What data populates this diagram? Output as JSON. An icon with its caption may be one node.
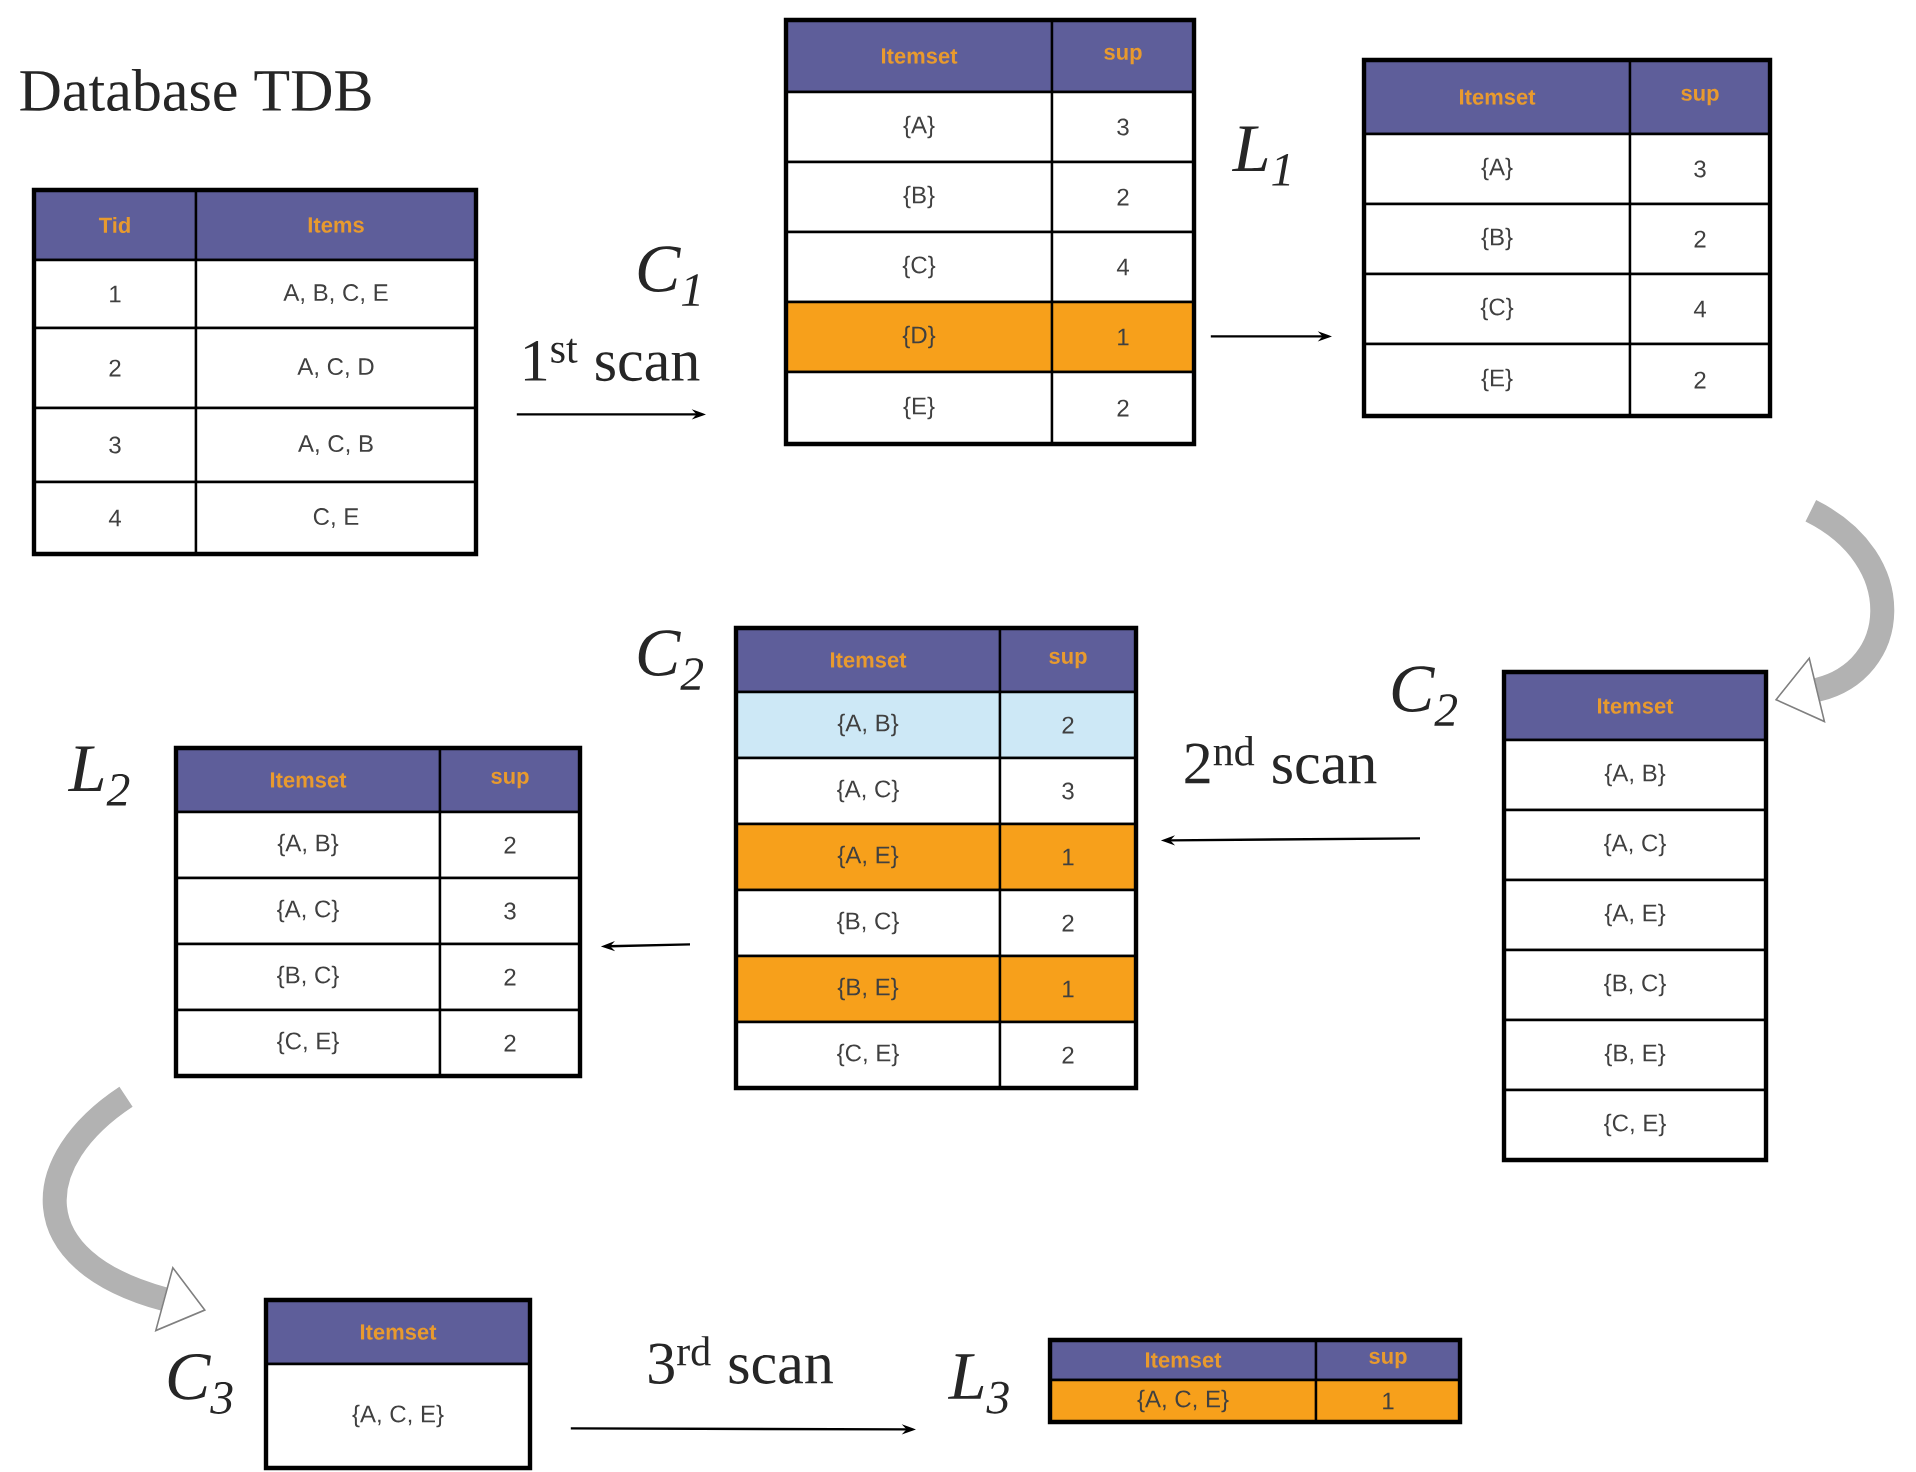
{
  "diagram": {
    "nodes": [
      {
        "text": [
          "Tid",
          "Items",
          "1",
          "A, B, C, E",
          "2",
          "A, C, D",
          "3",
          "A, C, B",
          "4",
          "C, E"
        ],
        "beside": [
          "Database TDB"
        ]
      },
      {
        "text": [
          "Itemset",
          "sup",
          "{A}",
          "3",
          "{B}",
          "2",
          "{C}",
          "4",
          "{D}",
          "1",
          "{E}",
          "2"
        ],
        "beside": [
          "C$_{1}$"
        ]
      },
      {
        "text": [
          "Itemset",
          "sup",
          "{A}",
          "3",
          "{B}",
          "2",
          "{C}",
          "4",
          "{E}",
          "2"
        ],
        "beside": [
          "L$_{1}$"
        ]
      },
      {
        "text": [
          "Itemset",
          "{A, B}",
          "{A, C}",
          "{A, E}",
          "{B, C}",
          "{B, E}",
          "{C, E}"
        ],
        "beside": [
          "C$_{2}$"
        ]
      },
      {
        "text": [
          "Itemset",
          "sup",
          "{A, B}",
          "2",
          "{A, C}",
          "3",
          "{A, E}",
          "1",
          "{B, C}",
          "2",
          "{B, E}",
          "1",
          "{C, E}",
          "2"
        ],
        "beside": [
          "C$_{2}$"
        ]
      },
      {
        "text": [
          "Itemset",
          "sup",
          "{A, B}",
          "2",
          "{A, C}",
          "3",
          "{B, C}",
          "2",
          "{C, E}",
          "2"
        ],
        "beside": [
          "L$_{2}$"
        ]
      },
      {
        "text": [
          "Itemset",
          "{A, C, E}"
        ],
        "beside": [
          "C$_{3}$"
        ]
      },
      {
        "text": [
          "Itemset",
          "sup",
          "{A, C, E}",
          "1"
        ],
        "beside": [
          "L$_{3}$"
        ]
      }
    ],
    "edges": [
      {
        "from": 0,
        "to": 1,
        "arrow": "to",
        "label": "1$^{st}$ scan"
      },
      {
        "from": 1,
        "to": 2,
        "arrow": "to"
      },
      {
        "from": 2,
        "to": 3,
        "arrow": "to",
        "style": "thick",
        "color": "#b2b2b2"
      },
      {
        "from": 3,
        "to": 4,
        "arrow": "to",
        "label": "2$^{nd}$ scan"
      },
      {
        "from": 4,
        "to": 5,
        "arrow": "to"
      },
      {
        "from": 5,
        "to": 6,
        "arrow": "to",
        "style": "thick",
        "color": "#b2b2b2"
      },
      {
        "from": 6,
        "to": 7,
        "arrow": "to",
        "label": "3$^{rd}$ scan"
      }
    ]
  }
}
